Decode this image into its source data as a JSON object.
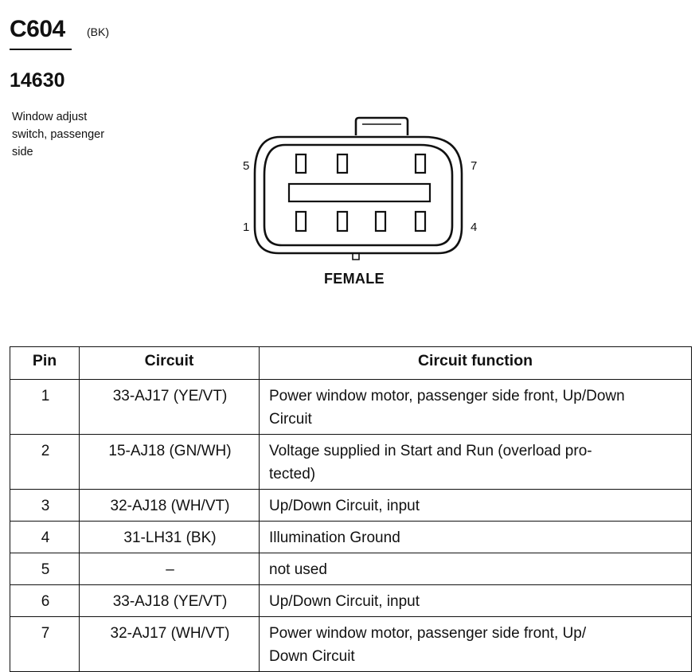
{
  "connector": {
    "id": "C604",
    "color": "(BK)",
    "part_number": "14630",
    "description_lines": [
      "Window adjust",
      "switch, passenger",
      "side"
    ],
    "gender": "FEMALE",
    "pin_labels": {
      "top_left": "5",
      "top_right": "7",
      "bottom_left": "1",
      "bottom_right": "4"
    }
  },
  "table": {
    "headers": {
      "pin": "Pin",
      "circuit": "Circuit",
      "function": "Circuit function"
    },
    "rows": [
      {
        "pin": "1",
        "circuit": "33-AJ17 (YE/VT)",
        "function": [
          "Power window motor, passenger side front, Up/Down",
          "Circuit"
        ]
      },
      {
        "pin": "2",
        "circuit": "15-AJ18 (GN/WH)",
        "function": [
          "Voltage supplied in Start and Run (overload pro-",
          "tected)"
        ]
      },
      {
        "pin": "3",
        "circuit": "32-AJ18 (WH/VT)",
        "function": [
          "Up/Down Circuit, input"
        ]
      },
      {
        "pin": "4",
        "circuit": "31-LH31 (BK)",
        "function": [
          "Illumination Ground"
        ]
      },
      {
        "pin": "5",
        "circuit": "–",
        "function": [
          "not used"
        ]
      },
      {
        "pin": "6",
        "circuit": "33-AJ18 (YE/VT)",
        "function": [
          "Up/Down Circuit, input"
        ]
      },
      {
        "pin": "7",
        "circuit": "32-AJ17 (WH/VT)",
        "function": [
          "Power window motor, passenger side front, Up/",
          "Down Circuit"
        ]
      }
    ]
  }
}
